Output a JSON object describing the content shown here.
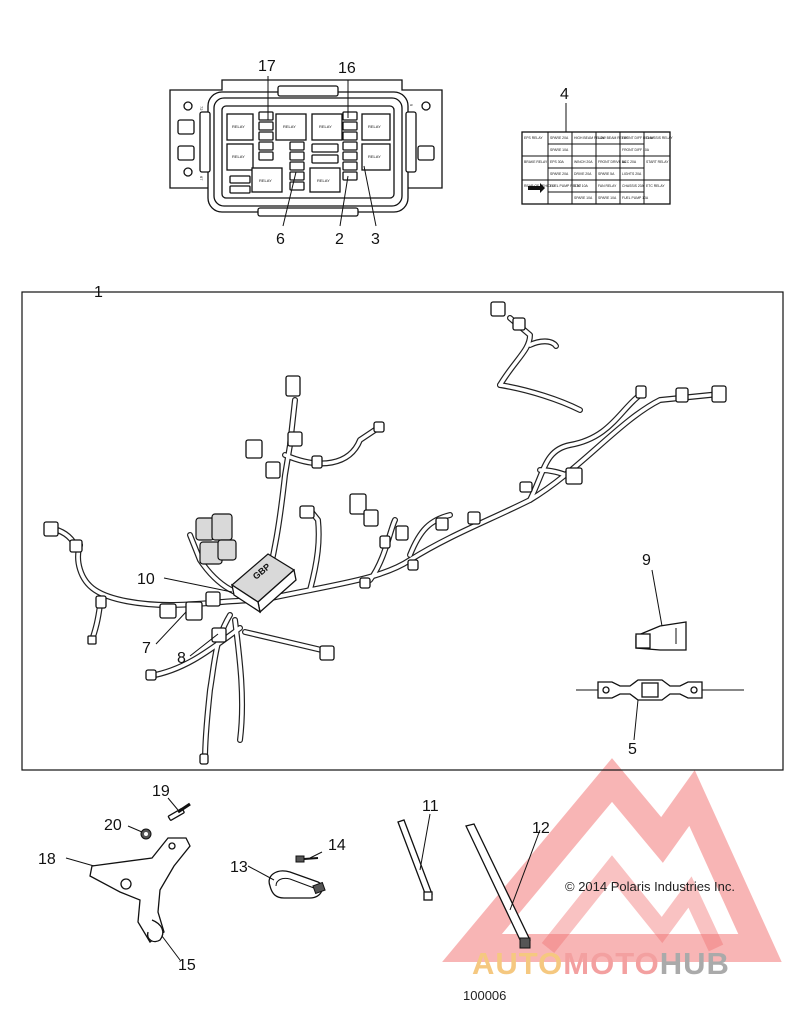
{
  "callouts": {
    "c1": "1",
    "c2": "2",
    "c3": "3",
    "c4": "4",
    "c5": "5",
    "c6": "6",
    "c7": "7",
    "c8": "8",
    "c9": "9",
    "c10": "10",
    "c11": "11",
    "c12": "12",
    "c13": "13",
    "c14": "14",
    "c15": "15",
    "c16": "16",
    "c17": "17",
    "c18": "18",
    "c19": "19",
    "c20": "20"
  },
  "fuse_box": {
    "pin_label_left": "72",
    "pin_label_left_bottom": "67",
    "pin_label_right": "9",
    "relay_label": "RELAY"
  },
  "fuse_chart": {
    "rows": [
      [
        "EPS RELAY",
        "SPARE 20A",
        "HIGH BEAM RELAY",
        "LOW BEAM RELAY",
        "FRONT DIFF RELAY",
        "CHASSIS RELAY"
      ],
      [
        "",
        "SPARE 10A",
        "",
        "",
        "FRONT DIFF 10A",
        ""
      ],
      [
        "BRAKE RELAY",
        "EPS 30A",
        "WINCH 20A",
        "FRONT DRIVE 5A",
        "ACC 20A",
        "START RELAY"
      ],
      [
        "",
        "SPARE 20A",
        "DRIVE 20A",
        "SPARE 5A",
        "LIGHTS 20A",
        ""
      ],
      [
        "REAR OF VEHICLE",
        "FUEL PUMP RELAY",
        "ETC 10A",
        "FAN RELAY",
        "CHASSIS 20A",
        "ETC RELAY"
      ],
      [
        "",
        "",
        "SPARE 10A",
        "SPARE 10A",
        "FUEL PUMP 10A",
        ""
      ]
    ]
  },
  "ecu_label": "GBP",
  "copyright": "© 2014 Polaris Industries Inc.",
  "drawing_number": "100006",
  "watermark": {
    "part1": "AUTO",
    "part2": "MOTO",
    "part3": "HUB",
    "color1": "#f5c880",
    "color2": "#f3a0a0",
    "color3": "#aaaaaa",
    "triangle_color": "#f06060"
  }
}
